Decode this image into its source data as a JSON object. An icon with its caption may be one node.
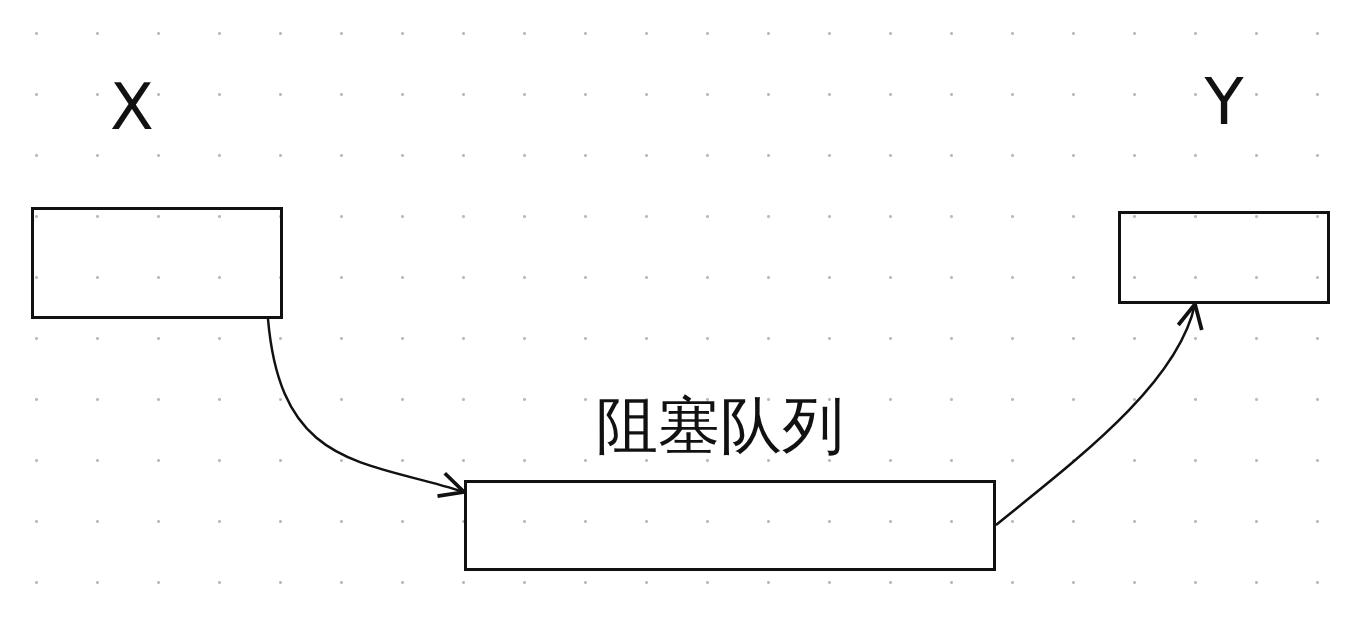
{
  "diagram": {
    "nodes": [
      {
        "text": [
          "X"
        ]
      },
      {
        "text": [
          "Y"
        ]
      },
      {
        "text": [
          "阻塞队列"
        ]
      }
    ],
    "edges": [
      {
        "from": 0,
        "to": 2,
        "arrow": "to"
      },
      {
        "from": 2,
        "to": 1,
        "arrow": "to"
      }
    ]
  }
}
